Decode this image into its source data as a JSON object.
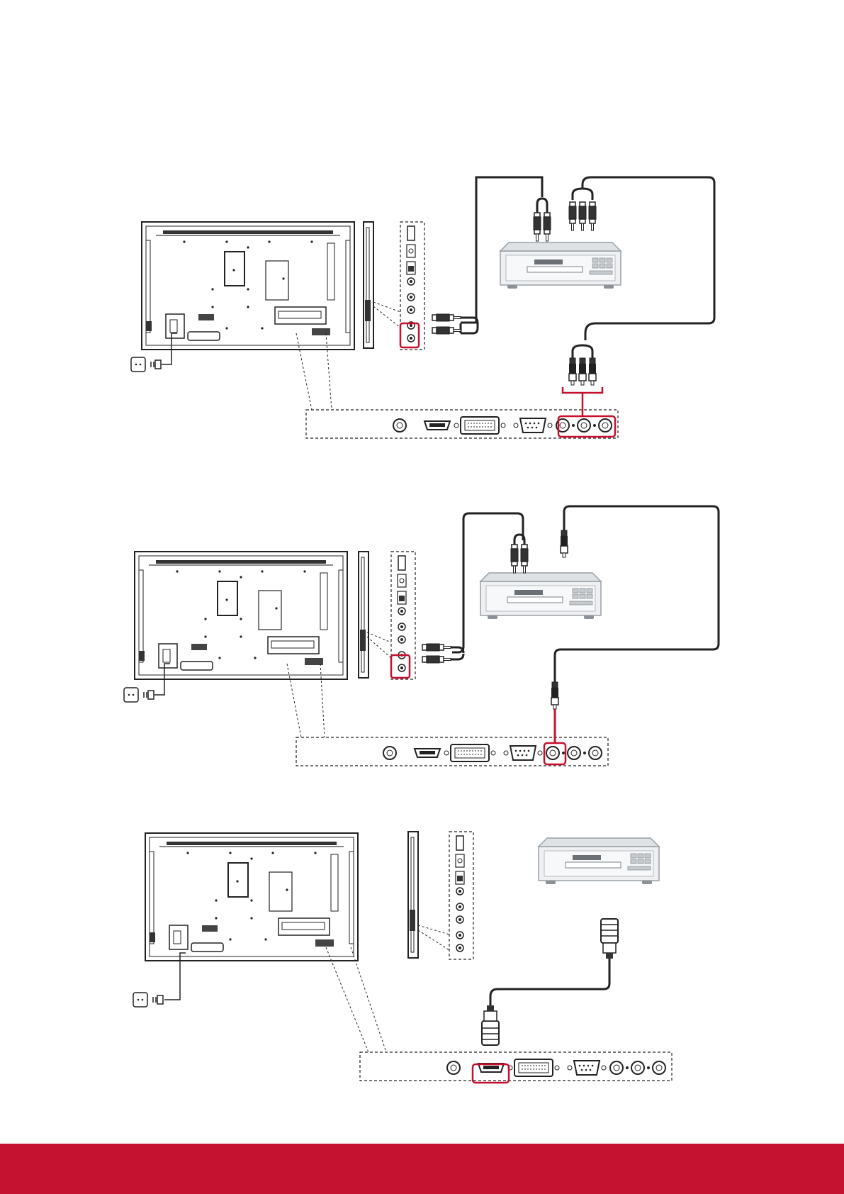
{
  "colors": {
    "accent": "#c8102e",
    "footer": "#c41230",
    "line": "#222222",
    "device_fill": "#eef0f2"
  },
  "icons": [
    "power-outlet-icon",
    "power-plug-icon",
    "hdmi-plug-icon",
    "rca-plug-icon",
    "bnc-plug-icon"
  ],
  "panels": [
    {
      "name": "panel-component-connection",
      "highlight": "component-in"
    },
    {
      "name": "panel-composite-connection",
      "highlight": "composite-in"
    },
    {
      "name": "panel-hdmi-connection",
      "highlight": "hdmi-in"
    }
  ]
}
